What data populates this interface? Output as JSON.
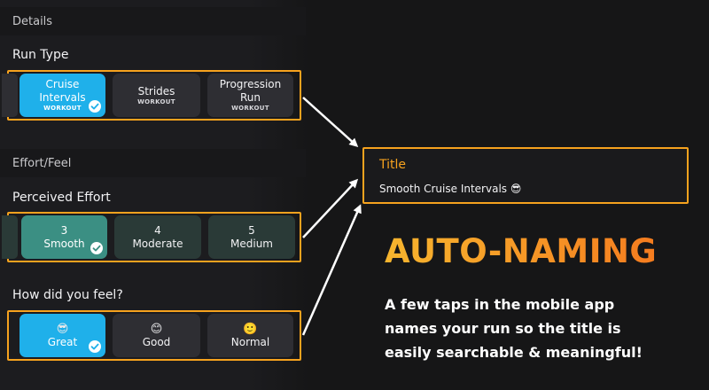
{
  "sections": {
    "details": "Details",
    "effort_feel": "Effort/Feel"
  },
  "run_type": {
    "label": "Run Type",
    "options": [
      {
        "name_line1": "Cruise",
        "name_line2": "Intervals",
        "sub": "WORKOUT",
        "selected": true
      },
      {
        "name_line1": "Strides",
        "name_line2": "",
        "sub": "WORKOUT",
        "selected": false
      },
      {
        "name_line1": "Progression",
        "name_line2": "Run",
        "sub": "WORKOUT",
        "selected": false
      }
    ]
  },
  "perceived_effort": {
    "label": "Perceived Effort",
    "options": [
      {
        "value": "3",
        "name": "Smooth",
        "selected": true
      },
      {
        "value": "4",
        "name": "Moderate",
        "selected": false
      },
      {
        "value": "5",
        "name": "Medium",
        "selected": false
      }
    ]
  },
  "feel": {
    "label": "How did you feel?",
    "options": [
      {
        "emoji": "😎",
        "name": "Great",
        "selected": true
      },
      {
        "emoji": "😊",
        "name": "Good",
        "selected": false
      },
      {
        "emoji": "🙂",
        "name": "Normal",
        "selected": false
      }
    ]
  },
  "title_card": {
    "label": "Title",
    "value": "Smooth Cruise Intervals 😎"
  },
  "promo": {
    "headline": "AUTO-NAMING",
    "tagline_line1": "A few taps in the mobile app",
    "tagline_line2": "names your run so the title is",
    "tagline_line3": "easily searchable & meaningful!"
  },
  "colors": {
    "accent_orange": "#f6a21e",
    "selected_blue": "#1fb0ea",
    "selected_green": "#3b8f83",
    "background": "#161617"
  },
  "icons": {
    "check": "check-circle-icon",
    "arrow": "arrow-right-icon"
  }
}
